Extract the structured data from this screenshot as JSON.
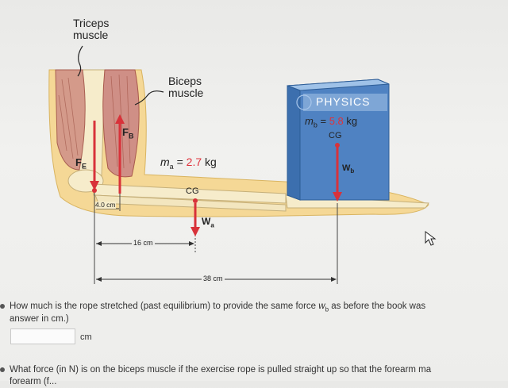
{
  "labels": {
    "triceps": "Triceps\nmuscle",
    "biceps": "Biceps\nmuscle",
    "force_e": "F",
    "force_e_sub": "E",
    "force_b": "F",
    "force_b_sub": "B",
    "mass_a_symbol": "m",
    "mass_a_sub": "a",
    "mass_a_eq": "= ",
    "mass_a_value": "2.7",
    "mass_a_unit": " kg",
    "cg_arm": "CG",
    "weight_a": "W",
    "weight_a_sub": "a",
    "book_title": "PHYSICS",
    "mass_b_symbol": "m",
    "mass_b_sub": "b",
    "mass_b_eq": "= ",
    "mass_b_value": "5.8",
    "mass_b_unit": " kg",
    "cg_book": "CG",
    "weight_b": "W",
    "weight_b_sub": "b",
    "dim_4": "4.0 cm",
    "dim_16": "16 cm",
    "dim_38": "38 cm"
  },
  "question1": {
    "line1_start": "How much is the rope stretched (past equilibrium) to provide the same force ",
    "line1_sym": "w",
    "line1_sub": "b",
    "line1_end": " as before the book was",
    "line2": "answer in cm.)",
    "unit": "cm"
  },
  "question2": {
    "line1": "What force (in N) is on the biceps muscle if the exercise rope is pulled straight up so that the forearm ma",
    "line2": "forearm (f..."
  },
  "colors": {
    "force_arrow": "#d8323a",
    "value_red": "#e0313b",
    "book": "#5b8fcb"
  }
}
